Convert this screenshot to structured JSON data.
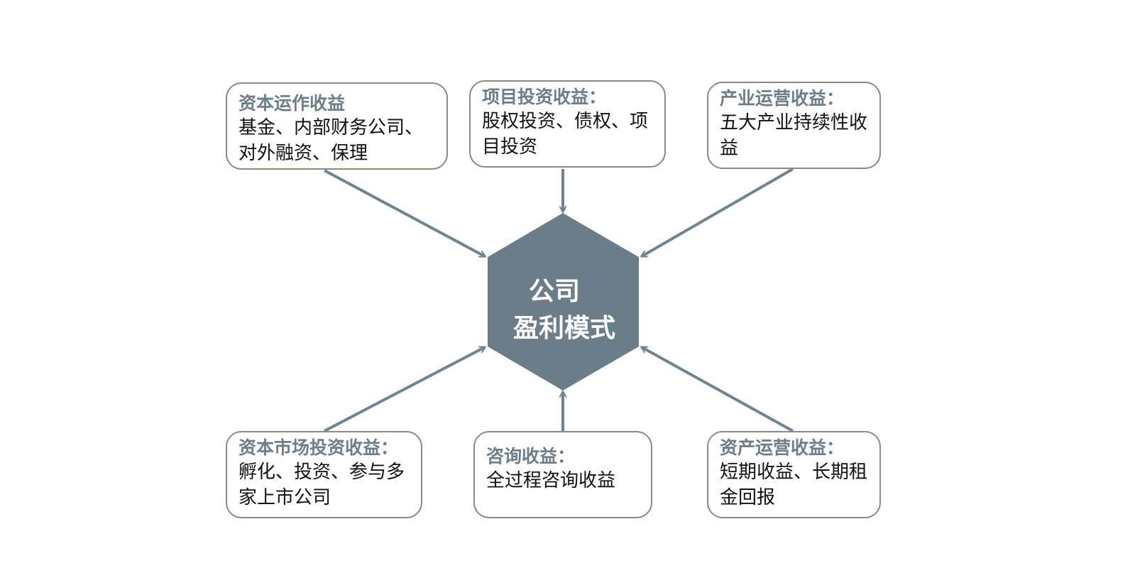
{
  "center": {
    "line1": "公司",
    "line2": "盈利模式"
  },
  "colors": {
    "hexagon": "#6b7d88",
    "arrow": "#6e8591",
    "title": "#6d7e89",
    "border": "#8a8a80"
  },
  "nodes": [
    {
      "title": "资本运作收益",
      "body": "基金、内部财务公司、对外融资、保理"
    },
    {
      "title": "项目投资收益：",
      "body": "股权投资、债权、项目投资"
    },
    {
      "title": "产业运营收益：",
      "body": "五大产业持续性收益"
    },
    {
      "title": "资本市场投资收益：",
      "body": "孵化、投资、参与多家上市公司"
    },
    {
      "title": "咨询收益：",
      "body": "全过程咨询收益"
    },
    {
      "title": "资产运营收益：",
      "body": "短期收益、长期租金回报"
    }
  ]
}
